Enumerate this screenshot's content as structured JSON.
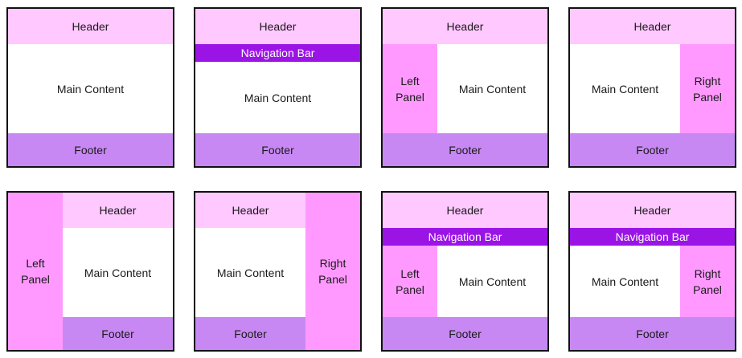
{
  "labels": {
    "header": "Header",
    "navigation_bar": "Navigation Bar",
    "main_content": "Main Content",
    "footer": "Footer",
    "left_panel": "Left Panel",
    "right_panel": "Right Panel"
  },
  "colors": {
    "header": "#ffc8ff",
    "navigation_bar": "#9b14e6",
    "main_content": "#ffffff",
    "footer": "#c888f4",
    "side_panel": "#ff99ff",
    "border": "#111111"
  }
}
